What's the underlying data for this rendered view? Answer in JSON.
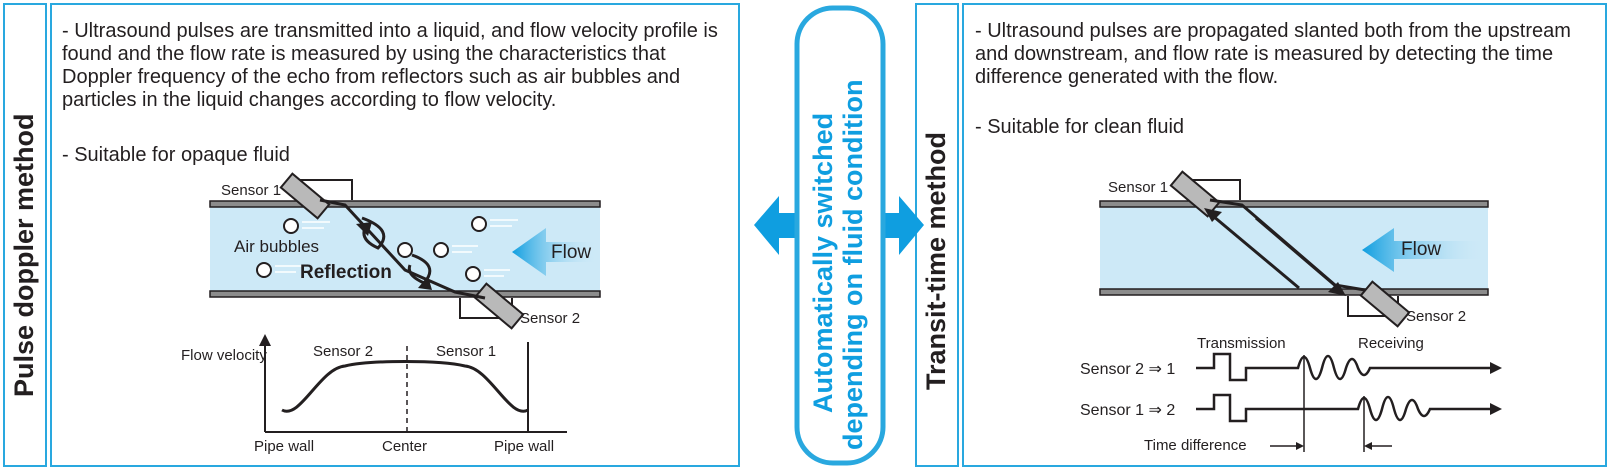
{
  "left": {
    "title": "Pulse doppler method",
    "description": "- Ultrasound pulses are transmitted into a liquid, and flow velocity profile is found and the flow rate is measured by using the characteristics that Doppler frequency of the echo from reflectors such as air bubbles and particles in the liquid changes according to flow velocity.",
    "suitability": "- Suitable for opaque fluid",
    "diagram": {
      "sensor1": "Sensor 1",
      "sensor2": "Sensor 2",
      "air_bubbles": "Air bubbles",
      "reflection": "Reflection",
      "flow": "Flow"
    },
    "profile": {
      "ylabel": "Flow velocity",
      "sensor2": "Sensor 2",
      "sensor1": "Sensor 1",
      "pipe_wall_left": "Pipe wall",
      "center": "Center",
      "pipe_wall_right": "Pipe wall"
    }
  },
  "center": {
    "line1": "Automatically switched",
    "line2": "depending on fluid condition"
  },
  "right": {
    "title": "Transit-time method",
    "description": "- Ultrasound pulses are propagated slanted both from the upstream and downstream, and flow rate is measured by detecting the time difference generated with the flow.",
    "suitability": "- Suitable for clean fluid",
    "diagram": {
      "sensor1": "Sensor 1",
      "sensor2": "Sensor 2",
      "flow": "Flow"
    },
    "timing": {
      "transmission": "Transmission",
      "receiving": "Receiving",
      "row1": "Sensor 2 ⇒ 1",
      "row2": "Sensor 1 ⇒ 2",
      "time_difference": "Time difference"
    }
  },
  "colors": {
    "border": "#29a8df",
    "pipe_fill": "#cde9f7",
    "arrow": "#0f9ee0",
    "text": "#231f20"
  }
}
